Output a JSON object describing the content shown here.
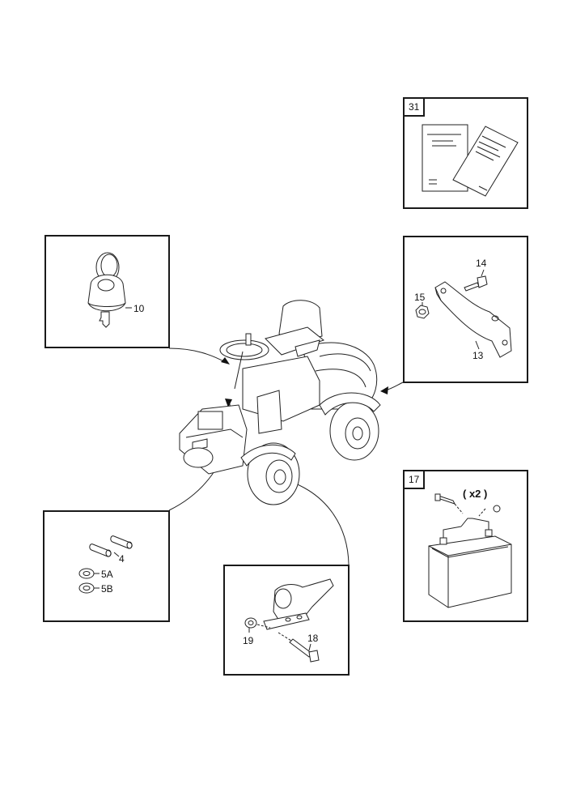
{
  "manual_box": {
    "number": "31"
  },
  "key_box": {
    "labels": {
      "key": "10"
    }
  },
  "bracket_box": {
    "labels": {
      "bolt": "14",
      "nut": "15",
      "bracket": "13"
    }
  },
  "battery_box": {
    "number": "17",
    "qty": "( x2 )"
  },
  "pins_box": {
    "labels": {
      "pin": "4",
      "washer_a": "5A",
      "washer_b": "5B"
    }
  },
  "hitch_box": {
    "labels": {
      "washer": "19",
      "bolt": "18"
    }
  }
}
